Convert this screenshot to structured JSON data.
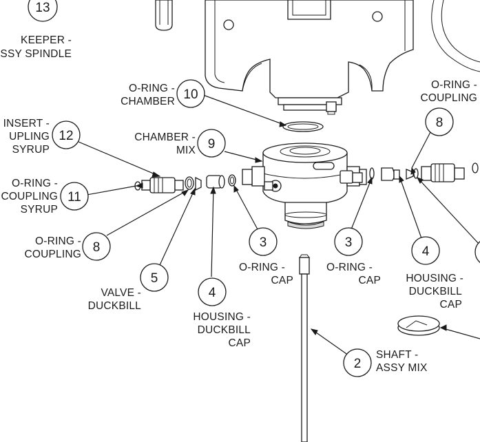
{
  "diagram": {
    "callouts": [
      {
        "id": "c13a",
        "number": "13",
        "label_lines": [
          "KEEPER -",
          "SSY SPINDLE"
        ]
      },
      {
        "id": "c10",
        "number": "10",
        "label_lines": [
          "O-RING -",
          "CHAMBER"
        ]
      },
      {
        "id": "c8r",
        "number": "8",
        "label_lines": [
          "O-RING -",
          "COUPLING"
        ]
      },
      {
        "id": "c9",
        "number": "9",
        "label_lines": [
          "CHAMBER -",
          "MIX"
        ]
      },
      {
        "id": "c12",
        "number": "12",
        "label_lines": [
          "INSERT -",
          "UPLING",
          "SYRUP"
        ]
      },
      {
        "id": "c11",
        "number": "11",
        "label_lines": [
          "O-RING -",
          "COUPLING",
          "SYRUP"
        ]
      },
      {
        "id": "c8l",
        "number": "8",
        "label_lines": [
          "O-RING -",
          "COUPLING"
        ]
      },
      {
        "id": "c3l",
        "number": "3",
        "label_lines": [
          "O-RING -",
          "CAP"
        ]
      },
      {
        "id": "c3r",
        "number": "3",
        "label_lines": [
          "O-RING -",
          "CAP"
        ]
      },
      {
        "id": "c4r",
        "number": "4",
        "label_lines": [
          "HOUSING -",
          "DUCKBILL",
          "CAP"
        ]
      },
      {
        "id": "c5",
        "number": "5",
        "label_lines": [
          "VALVE -",
          "DUCKBILL"
        ]
      },
      {
        "id": "c4l",
        "number": "4",
        "label_lines": [
          "HOUSING -",
          "DUCKBILL",
          "CAP"
        ]
      },
      {
        "id": "c2",
        "number": "2",
        "label_lines": [
          "SHAFT -",
          "ASSY MIX"
        ]
      }
    ]
  }
}
